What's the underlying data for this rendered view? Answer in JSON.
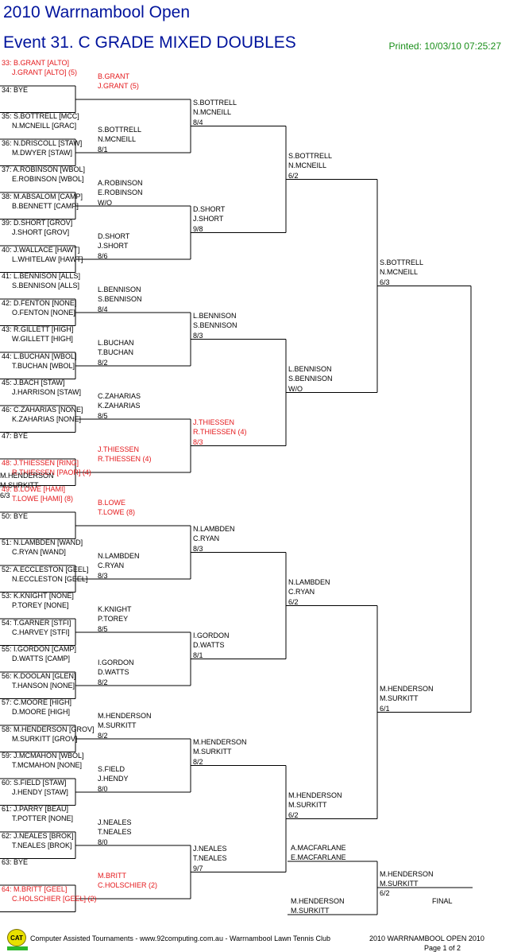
{
  "header": {
    "title": "2010 Warrnambool Open",
    "event": "Event 31. C GRADE MIXED DOUBLES",
    "printed": "Printed: 10/03/10 07:25:27"
  },
  "colors": {
    "title": "#00139c",
    "printed": "#1a8f1a",
    "seed": "#e4181b"
  },
  "draw": [
    {
      "num": "33:",
      "p1": "B.GRANT [ALTO]",
      "p2": "J.GRANT [ALTO] (5)",
      "seed": true
    },
    {
      "num": "34:",
      "p1": "BYE",
      "p2": ""
    },
    {
      "num": "35:",
      "p1": "S.BOTTRELL [MCC]",
      "p2": "N.MCNEILL [GRAC]"
    },
    {
      "num": "36:",
      "p1": "N.DRISCOLL [STAW]",
      "p2": "M.DWYER [STAW]"
    },
    {
      "num": "37:",
      "p1": "A.ROBINSON [WBOL]",
      "p2": "E.ROBINSON [WBOL]"
    },
    {
      "num": "38:",
      "p1": "M.ABSALOM [CAMP]",
      "p2": "B.BENNETT [CAMP]"
    },
    {
      "num": "39:",
      "p1": "D.SHORT [GROV]",
      "p2": "J.SHORT [GROV]"
    },
    {
      "num": "40:",
      "p1": "J.WALLACE [HAWT]",
      "p2": "L.WHITELAW [HAWT]"
    },
    {
      "num": "41:",
      "p1": "L.BENNISON [ALLS]",
      "p2": "S.BENNISON [ALLS]"
    },
    {
      "num": "42:",
      "p1": "D.FENTON [NONE]",
      "p2": "O.FENTON [NONE]"
    },
    {
      "num": "43:",
      "p1": "R.GILLETT [HIGH]",
      "p2": "W.GILLETT [HIGH]"
    },
    {
      "num": "44:",
      "p1": "L.BUCHAN [WBOL]",
      "p2": "T.BUCHAN [WBOL]"
    },
    {
      "num": "45:",
      "p1": "J.BACH [STAW]",
      "p2": "J.HARRISON [STAW]"
    },
    {
      "num": "46:",
      "p1": "C.ZAHARIAS [NONE]",
      "p2": "K.ZAHARIAS [NONE]"
    },
    {
      "num": "47:",
      "p1": "BYE",
      "p2": ""
    },
    {
      "num": "48:",
      "p1": "J.THIESSEN [RING]",
      "p2": "R.THIESSEN [PAOR] (4)",
      "seed": true
    },
    {
      "num": "49:",
      "p1": "B.LOWE [HAMI]",
      "p2": "T.LOWE [HAMI] (8)",
      "seed": true
    },
    {
      "num": "50:",
      "p1": "BYE",
      "p2": ""
    },
    {
      "num": "51:",
      "p1": "N.LAMBDEN [WAND]",
      "p2": "C.RYAN [WAND]"
    },
    {
      "num": "52:",
      "p1": "A.ECCLESTON [GEEL]",
      "p2": "N.ECCLESTON [GEEL]"
    },
    {
      "num": "53:",
      "p1": "K.KNIGHT [NONE]",
      "p2": "P.TOREY [NONE]"
    },
    {
      "num": "54:",
      "p1": "T.GARNER [STFI]",
      "p2": "C.HARVEY [STFI]"
    },
    {
      "num": "55:",
      "p1": "I.GORDON [CAMP]",
      "p2": "D.WATTS [CAMP]"
    },
    {
      "num": "56:",
      "p1": "K.DOOLAN [GLEN]",
      "p2": "T.HANSON [NONE]"
    },
    {
      "num": "57:",
      "p1": "C.MOORE [HIGH]",
      "p2": "D.MOORE [HIGH]"
    },
    {
      "num": "58:",
      "p1": "M.HENDERSON [GROV]",
      "p2": "M.SURKITT [GROV]"
    },
    {
      "num": "59:",
      "p1": "J.MCMAHON [WBOL]",
      "p2": "T.MCMAHON [NONE]"
    },
    {
      "num": "60:",
      "p1": "S.FIELD [STAW]",
      "p2": "J.HENDY [STAW]"
    },
    {
      "num": "61:",
      "p1": "J.PARRY [BEAU]",
      "p2": "T.POTTER [NONE]"
    },
    {
      "num": "62:",
      "p1": "J.NEALES [BROK]",
      "p2": "T.NEALES [BROK]"
    },
    {
      "num": "63:",
      "p1": "BYE",
      "p2": ""
    },
    {
      "num": "64:",
      "p1": "M.BRITT [GEEL]",
      "p2": "C.HOLSCHIER [GEEL] (2)",
      "seed": true
    }
  ],
  "rounds": [
    [
      {
        "p1": "B.GRANT",
        "p2": "J.GRANT (5)",
        "score": "",
        "seed": true
      },
      {
        "p1": "S.BOTTRELL",
        "p2": "N.MCNEILL",
        "score": "8/1"
      },
      {
        "p1": "A.ROBINSON",
        "p2": "E.ROBINSON",
        "score": "W/O"
      },
      {
        "p1": "D.SHORT",
        "p2": "J.SHORT",
        "score": "8/6"
      },
      {
        "p1": "L.BENNISON",
        "p2": "S.BENNISON",
        "score": "8/4"
      },
      {
        "p1": "L.BUCHAN",
        "p2": "T.BUCHAN",
        "score": "8/2"
      },
      {
        "p1": "C.ZAHARIAS",
        "p2": "K.ZAHARIAS",
        "score": "8/5"
      },
      {
        "p1": "J.THIESSEN",
        "p2": "R.THIESSEN (4)",
        "score": "",
        "seed": true
      },
      {
        "p1": "B.LOWE",
        "p2": "T.LOWE (8)",
        "score": "",
        "seed": true
      },
      {
        "p1": "N.LAMBDEN",
        "p2": "C.RYAN",
        "score": "8/3"
      },
      {
        "p1": "K.KNIGHT",
        "p2": "P.TOREY",
        "score": "8/5"
      },
      {
        "p1": "I.GORDON",
        "p2": "D.WATTS",
        "score": "8/2"
      },
      {
        "p1": "M.HENDERSON",
        "p2": "M.SURKITT",
        "score": "8/2"
      },
      {
        "p1": "S.FIELD",
        "p2": "J.HENDY",
        "score": "8/0"
      },
      {
        "p1": "J.NEALES",
        "p2": "T.NEALES",
        "score": "8/0"
      },
      {
        "p1": "M.BRITT",
        "p2": "C.HOLSCHIER (2)",
        "score": "",
        "seed": true
      }
    ],
    [
      {
        "p1": "S.BOTTRELL",
        "p2": "N.MCNEILL",
        "score": "8/4"
      },
      {
        "p1": "D.SHORT",
        "p2": "J.SHORT",
        "score": "9/8"
      },
      {
        "p1": "L.BENNISON",
        "p2": "S.BENNISON",
        "score": "8/3"
      },
      {
        "p1": "J.THIESSEN",
        "p2": "R.THIESSEN (4)",
        "score": "8/3",
        "seed": true
      },
      {
        "p1": "N.LAMBDEN",
        "p2": "C.RYAN",
        "score": "8/3"
      },
      {
        "p1": "I.GORDON",
        "p2": "D.WATTS",
        "score": "8/1"
      },
      {
        "p1": "M.HENDERSON",
        "p2": "M.SURKITT",
        "score": "8/2"
      },
      {
        "p1": "J.NEALES",
        "p2": "T.NEALES",
        "score": "9/7"
      }
    ],
    [
      {
        "p1": "S.BOTTRELL",
        "p2": "N.MCNEILL",
        "score": "6/2"
      },
      {
        "p1": "L.BENNISON",
        "p2": "S.BENNISON",
        "score": "W/O"
      },
      {
        "p1": "N.LAMBDEN",
        "p2": "C.RYAN",
        "score": "6/2"
      },
      {
        "p1": "M.HENDERSON",
        "p2": "M.SURKITT",
        "score": "6/2"
      }
    ],
    [
      {
        "p1": "S.BOTTRELL",
        "p2": "N.MCNEILL",
        "score": "6/3"
      },
      {
        "p1": "M.HENDERSON",
        "p2": "M.SURKITT",
        "score": "6/1"
      }
    ],
    [
      {
        "p1": "M.HENDERSON",
        "p2": "M.SURKITT",
        "score": "6/3"
      }
    ]
  ],
  "final": {
    "top": {
      "p1": "A.MACFARLANE",
      "p2": "E.MACFARLANE"
    },
    "bottom": {
      "p1": "M.HENDERSON",
      "p2": "M.SURKITT"
    },
    "winner": {
      "p1": "M.HENDERSON",
      "p2": "M.SURKITT",
      "score": "6/2"
    },
    "label": "FINAL"
  },
  "footer": {
    "logo_text": "CAT",
    "left": "Computer Assisted Tournaments - www.92computing.com.au  -  Warrnambool Lawn Tennis Club",
    "right": "2010 WARRNAMBOOL OPEN 2010",
    "page": "Page 1 of 2"
  }
}
